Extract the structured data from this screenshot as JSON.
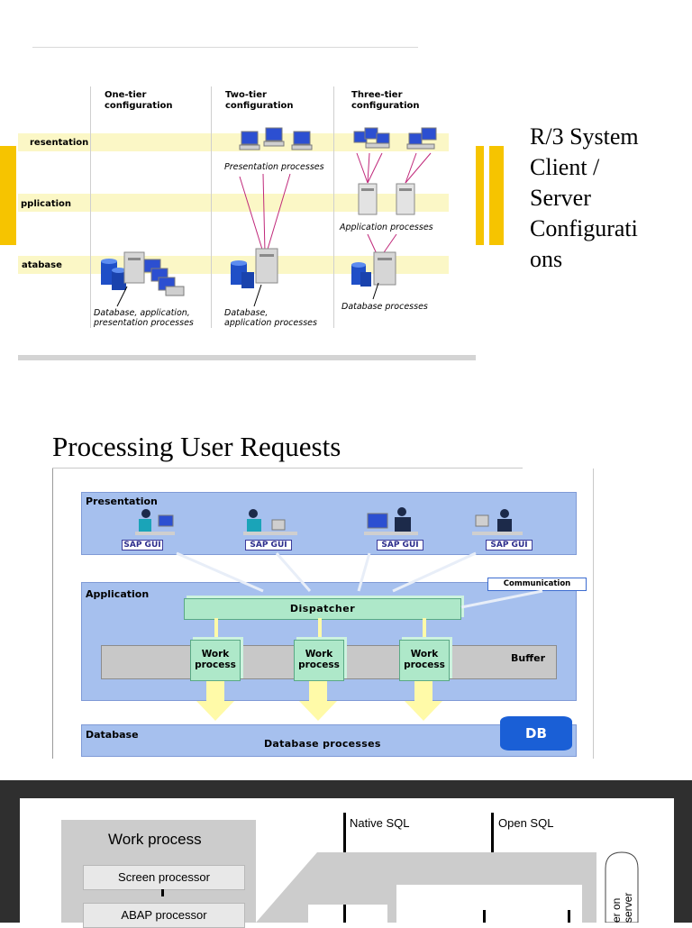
{
  "section1": {
    "columns": [
      {
        "title": "One-tier\nconfiguration"
      },
      {
        "title": "Two-tier\nconfiguration"
      },
      {
        "title": "Three-tier\nconfiguration"
      }
    ],
    "rows": [
      "resentation",
      "pplication",
      "atabase"
    ],
    "captions": {
      "one_tier": "Database, application,\npresentation processes",
      "two_presentation": "Presentation processes",
      "two_db": "Database,\napplication processes",
      "three_app": "Application processes",
      "three_db": "Database processes"
    },
    "side_title": "R/3 System\nClient /\nServer\nConfigurati\nons",
    "colors": {
      "band": "#fbf7c6",
      "accent": "#f6c400",
      "link": "#c0287a"
    }
  },
  "section2": {
    "title": "Processing User Requests",
    "presentation_label": "Presentation",
    "application_label": "Application",
    "database_label": "Database",
    "sap_gui": [
      "SAP GUI",
      "SAP GUI",
      "SAP GUI",
      "SAP GUI"
    ],
    "communication": "Communication",
    "dispatcher": "Dispatcher",
    "work_processes": [
      "Work\nprocess",
      "Work\nprocess",
      "Work\nprocess"
    ],
    "buffer": "Buffer",
    "db": "DB",
    "database_processes": "Database processes",
    "colors": {
      "panel": "#a6c0ee",
      "box": "#aee8c9",
      "db": "#1a5fd6",
      "arrow": "#fffaa8"
    }
  },
  "section3": {
    "work_process": "Work process",
    "screen_processor": "Screen processor",
    "abap_processor": "ABAP processor",
    "native_sql": "Native SQL",
    "open_sql": "Open SQL",
    "side_text": "er on\nserver"
  }
}
